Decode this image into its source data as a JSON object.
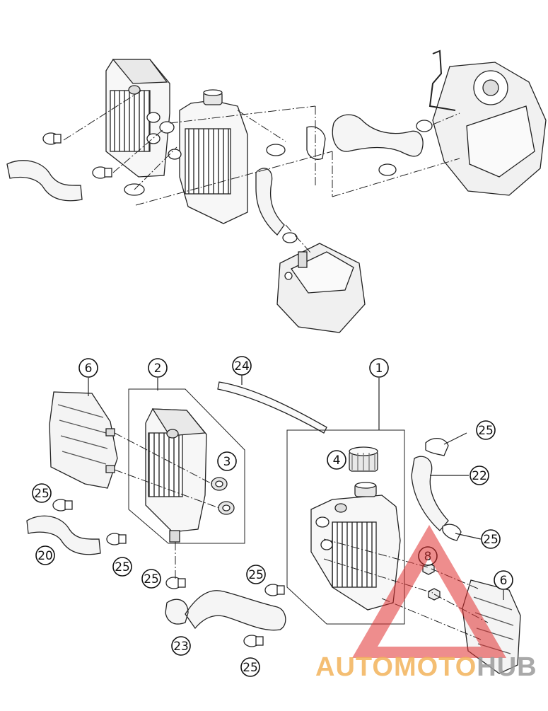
{
  "callouts": [
    {
      "id": "c6a",
      "label": "6"
    },
    {
      "id": "c2",
      "label": "2"
    },
    {
      "id": "c24",
      "label": "24"
    },
    {
      "id": "c1",
      "label": "1"
    },
    {
      "id": "c3",
      "label": "3"
    },
    {
      "id": "c4",
      "label": "4"
    },
    {
      "id": "c25a",
      "label": "25"
    },
    {
      "id": "c22",
      "label": "22"
    },
    {
      "id": "c25b",
      "label": "25"
    },
    {
      "id": "c8",
      "label": "8"
    },
    {
      "id": "c6b",
      "label": "6"
    },
    {
      "id": "c25c",
      "label": "25"
    },
    {
      "id": "c20",
      "label": "20"
    },
    {
      "id": "c25d",
      "label": "25"
    },
    {
      "id": "c25e",
      "label": "25"
    },
    {
      "id": "c25f",
      "label": "25"
    },
    {
      "id": "c23",
      "label": "23"
    },
    {
      "id": "c25g",
      "label": "25"
    }
  ],
  "watermark": {
    "part1": "AUTOMOTO",
    "part2": "HUB",
    "color1": "#f2b35a",
    "color2": "#9a9a9a",
    "triangle_color": "#e03030"
  }
}
